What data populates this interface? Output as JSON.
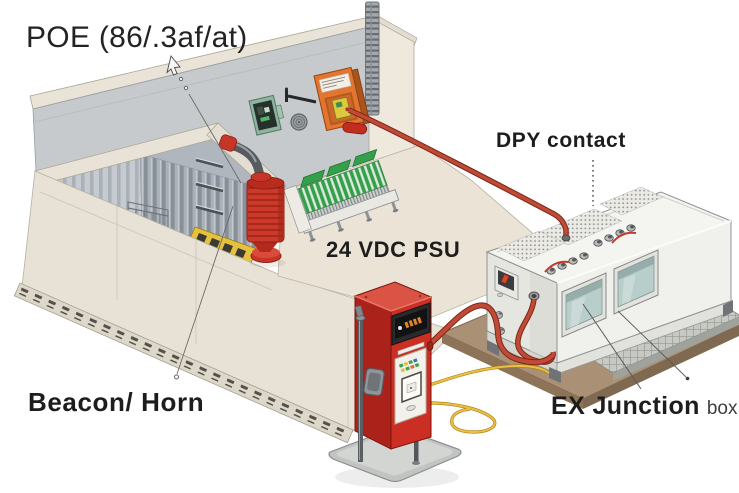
{
  "labels": {
    "poe": "POE (86/.3af/at)",
    "dpy_contact": "DPY contact",
    "psu": "24 VDC PSU",
    "beacon_horn": "Beacon/ Horn",
    "ex_junction": "EX Junction",
    "ex_junction_suffix": "box"
  },
  "colors": {
    "background": "#ffffff",
    "wall_grey": "#c7cacc",
    "floor_beige": "#ebe4d6",
    "enclosure_cream": "#e7e2d5",
    "beacon_red": "#cc392a",
    "pedestal_red": "#cb2f23",
    "cable_red": "#bf4a36",
    "cable_yellow": "#ecbe45",
    "terminal_green": "#35a04b",
    "switch_orange": "#e4742e",
    "cabinet_white": "#f0f0ec",
    "plate_brown": "#aa9075"
  }
}
